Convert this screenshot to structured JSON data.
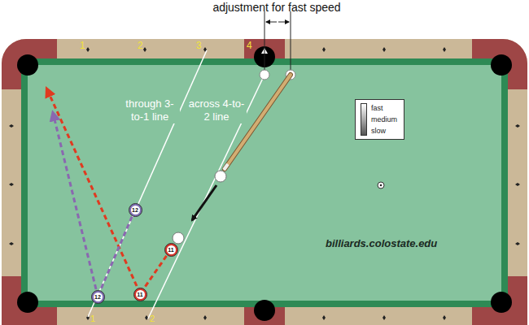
{
  "diagram": {
    "nodes": [
      {
        "text": [
          "fast",
          "medium",
          "slow"
        ]
      },
      {
        "text": [
          "12"
        ]
      },
      {
        "text": [
          "11"
        ]
      },
      {
        "text": [
          "11"
        ]
      },
      {
        "text": [
          "12"
        ]
      }
    ],
    "edges": [
      {
        "from": 1,
        "to": 4,
        "arrow": "none"
      },
      {
        "from": 2,
        "to": 3,
        "arrow": "none"
      }
    ],
    "labels": [
      "adjustment for fast speed",
      "1",
      "2",
      "3",
      "4",
      "through 3-to-1 line",
      "across 4-to-2 line",
      "billiards.colostate.edu",
      "1",
      "2"
    ]
  }
}
